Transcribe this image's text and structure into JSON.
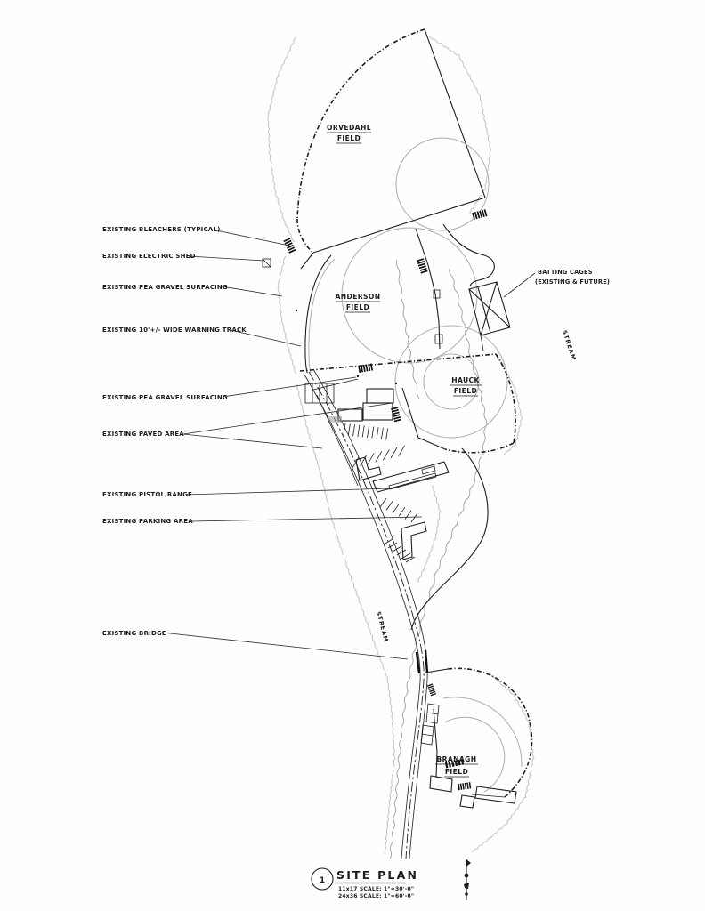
{
  "drawing": {
    "background": "#fefefe",
    "line_color": "#1c1c1c",
    "infield_arc_color": "#adadad",
    "tree_line_color": "#c4c4c4",
    "stream_color": "#a8a8a8"
  },
  "fields": {
    "orvedahl": {
      "line1": "ORVEDAHL",
      "line2": "FIELD"
    },
    "anderson": {
      "line1": "ANDERSON",
      "line2": "FIELD"
    },
    "hauck": {
      "line1": "HAUCK",
      "line2": "FIELD"
    },
    "branagh": {
      "line1": "BRANAGH",
      "line2": "FIELD"
    }
  },
  "callouts": {
    "bleachers": "EXISTING BLEACHERS (TYPICAL)",
    "electric_shed": "EXISTING ELECTRIC SHED",
    "pea_gravel_1": "EXISTING PEA GRAVEL SURFACING",
    "warning_track": "EXISTING 10'+/- WIDE WARNING TRACK",
    "pea_gravel_2": "EXISTING PEA GRAVEL SURFACING",
    "paved_area": "EXISTING PAVED AREA",
    "pistol_range": "EXISTING PISTOL RANGE",
    "parking_area": "EXISTING PARKING AREA",
    "bridge": "EXISTING BRIDGE",
    "batting_cages_line1": "BATTING CAGES",
    "batting_cages_line2": "(EXISTING & FUTURE)"
  },
  "streams": {
    "label": "STREAM"
  },
  "title_block": {
    "detail_number": "1",
    "title": "SITE PLAN",
    "scale_line1": "11x17 SCALE:  1\"=30'-0\"",
    "scale_line2": "24x36 SCALE: 1\"=60'-0\""
  }
}
